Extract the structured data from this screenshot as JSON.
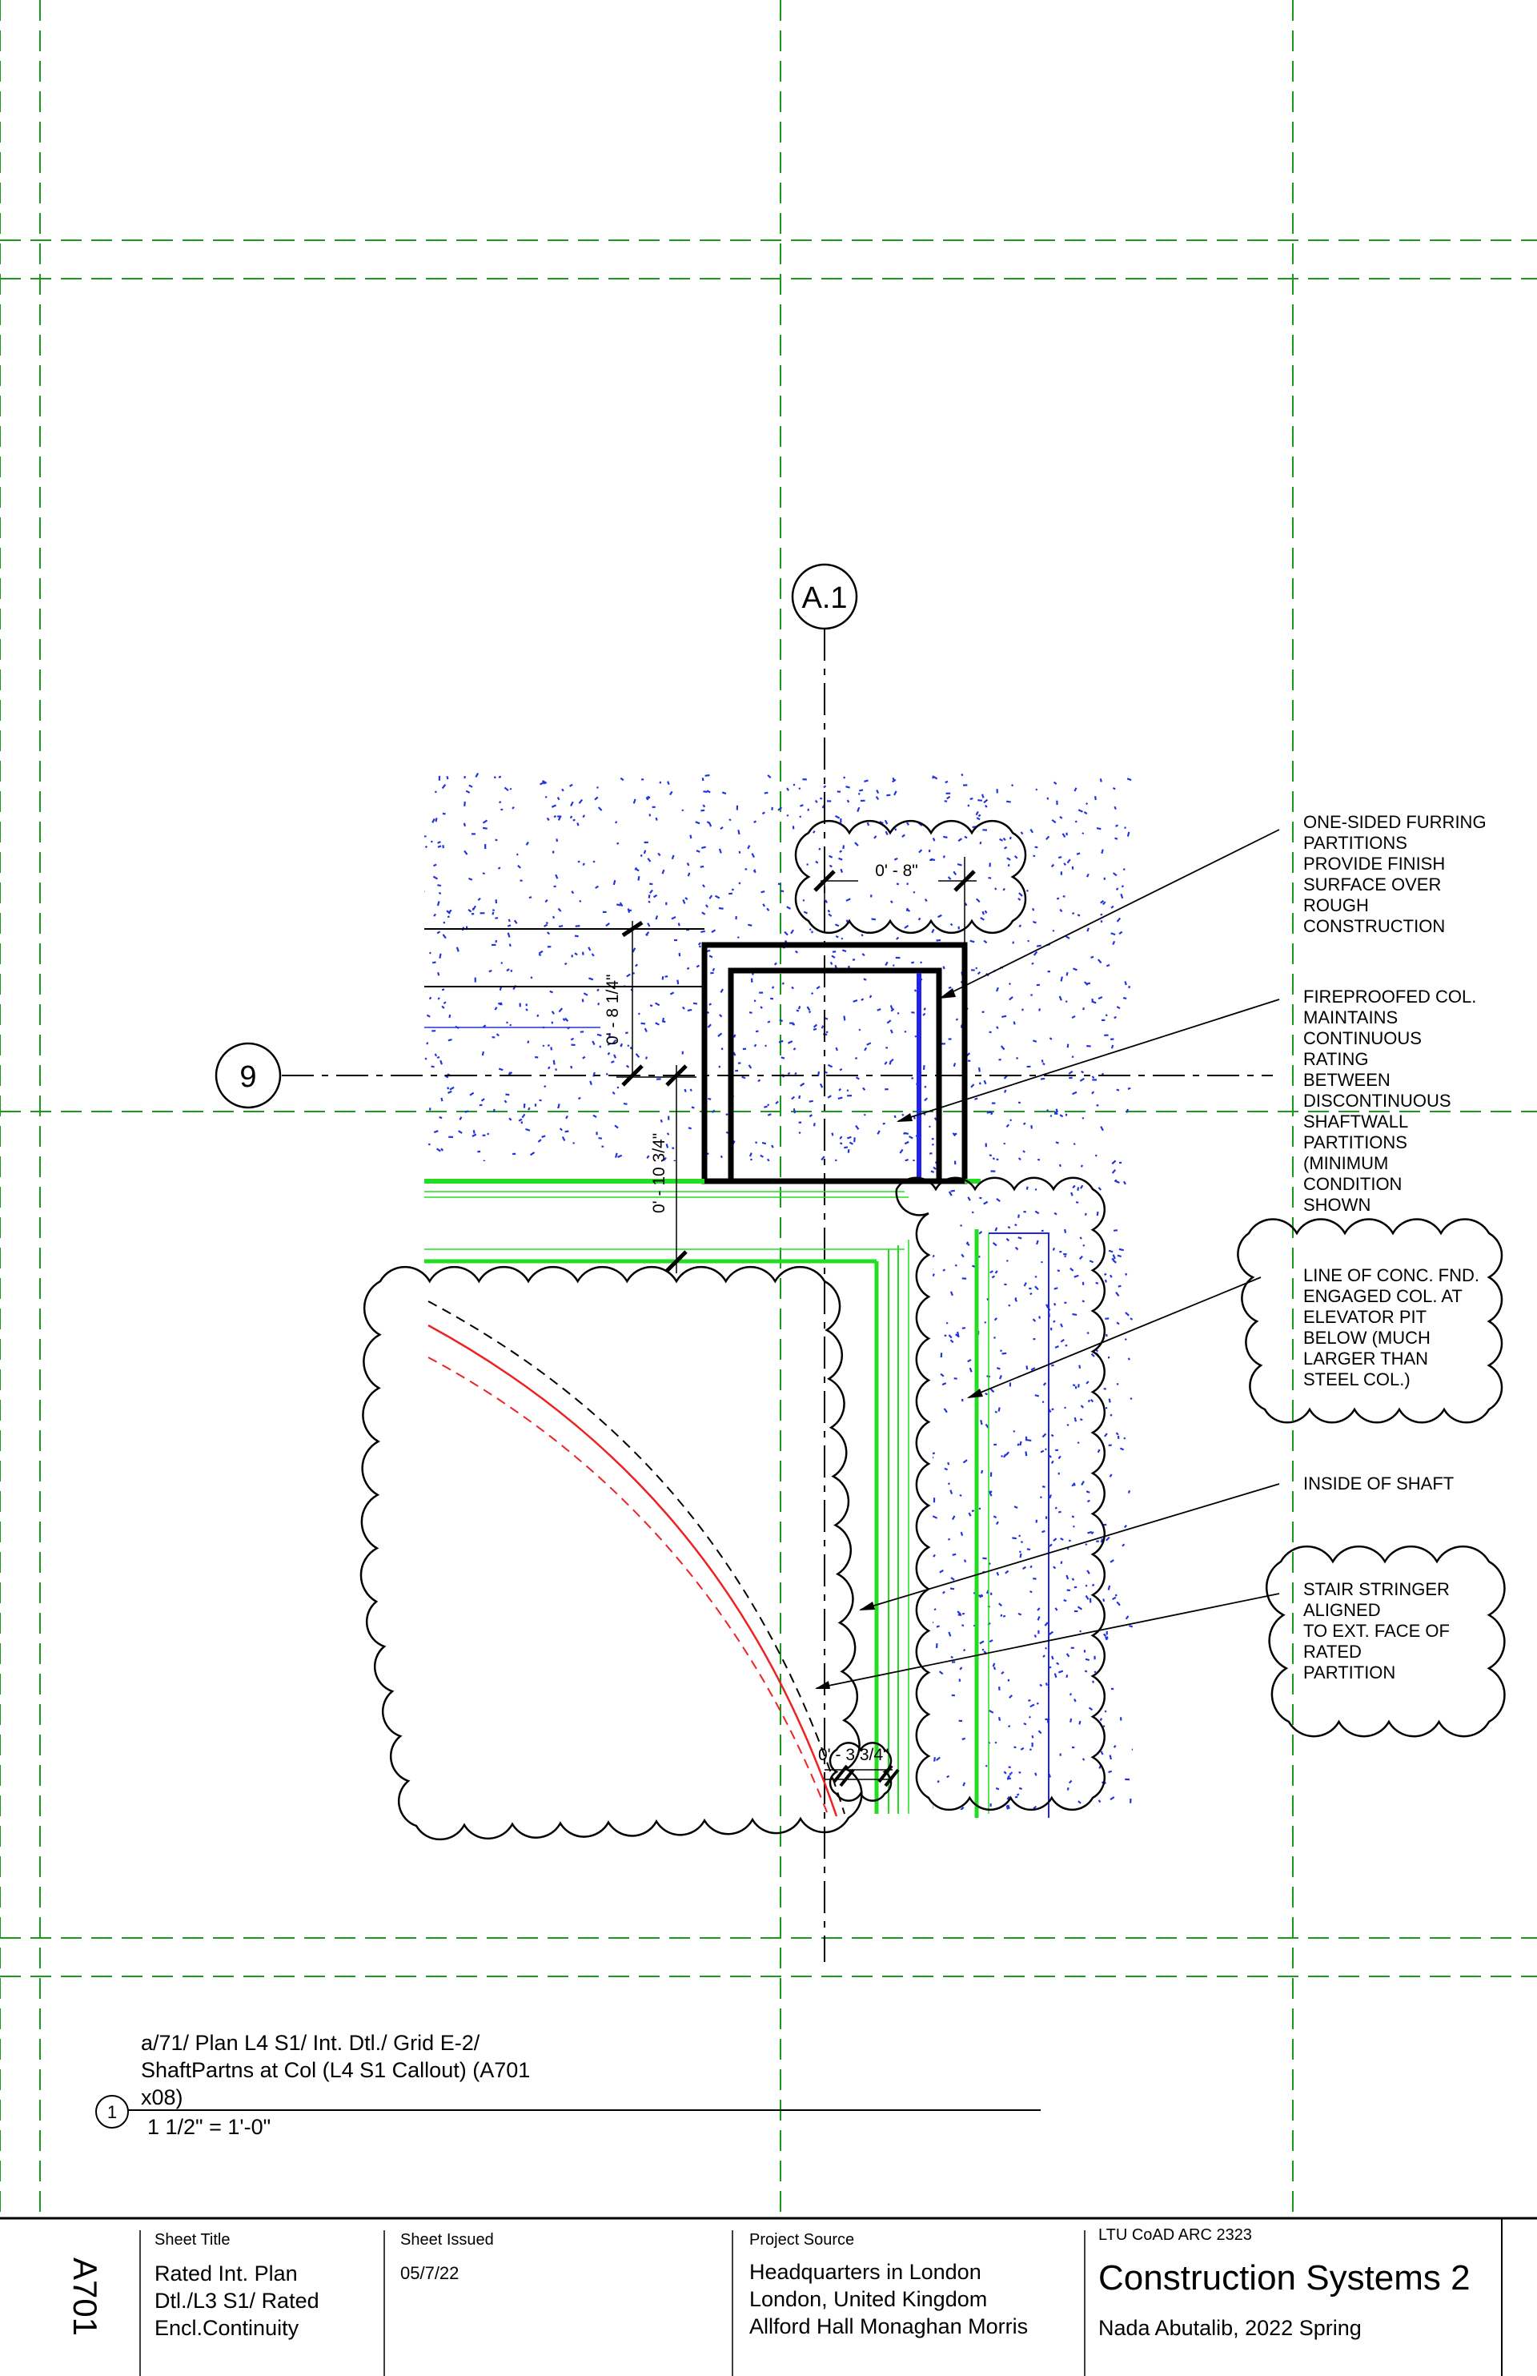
{
  "grid_labels": {
    "vertical": "A.1",
    "horizontal": "9"
  },
  "dimensions": {
    "top": "0' - 8\"",
    "left_upper": "0' - 8 1/4\"",
    "left_lower": "0' - 10 3/4\"",
    "bottom": "0' - 3 3/4\""
  },
  "notes": [
    {
      "lines": [
        "ONE-SIDED FURRING",
        "PARTITIONS",
        "PROVIDE FINISH",
        "SURFACE OVER",
        "ROUGH",
        "CONSTRUCTION"
      ]
    },
    {
      "lines": [
        "FIREPROOFED COL.",
        "MAINTAINS",
        "CONTINUOUS",
        "RATING",
        "BETWEEN",
        "DISCONTINUOUS",
        "SHAFTWALL",
        "PARTITIONS",
        "(MINIMUM",
        "CONDITION",
        "SHOWN"
      ]
    },
    {
      "lines": [
        "LINE OF CONC. FND.",
        "ENGAGED COL. AT",
        "ELEVATOR PIT",
        "BELOW (MUCH",
        "LARGER THAN",
        "STEEL COL.)"
      ]
    },
    {
      "lines": [
        "INSIDE OF SHAFT"
      ]
    },
    {
      "lines": [
        "STAIR STRINGER",
        "ALIGNED",
        "TO EXT. FACE OF",
        "RATED",
        "PARTITION"
      ]
    }
  ],
  "view_title": {
    "number": "1",
    "lines": [
      "a/71/ Plan L4 S1/ Int. Dtl./ Grid E-2/",
      "ShaftPartns at Col (L4 S1 Callout) (A701",
      "x08)"
    ],
    "scale": "1 1/2\" = 1'-0\""
  },
  "title_block": {
    "sheet_number": "A701",
    "sheet_title_label": "Sheet Title",
    "sheet_title": [
      "Rated Int. Plan",
      "Dtl./L3 S1/ Rated",
      "Encl.Continuity"
    ],
    "sheet_issued_label": "Sheet Issued",
    "sheet_issued": "05/7/22",
    "project_source_label": "Project Source",
    "project_source": [
      "Headquarters in London",
      "London, United Kingdom",
      "Allford Hall Monaghan Morris"
    ],
    "course_label": "LTU CoAD ARC 2323",
    "course_title": "Construction Systems 2",
    "author": "Nada Abutalib, 2022 Spring"
  },
  "colors": {
    "grid": "#1a9a1a",
    "hatch": "#2233dd",
    "partition_green": "#22dd22",
    "stair_red": "#ee2222",
    "line_blue": "#2222ee"
  }
}
